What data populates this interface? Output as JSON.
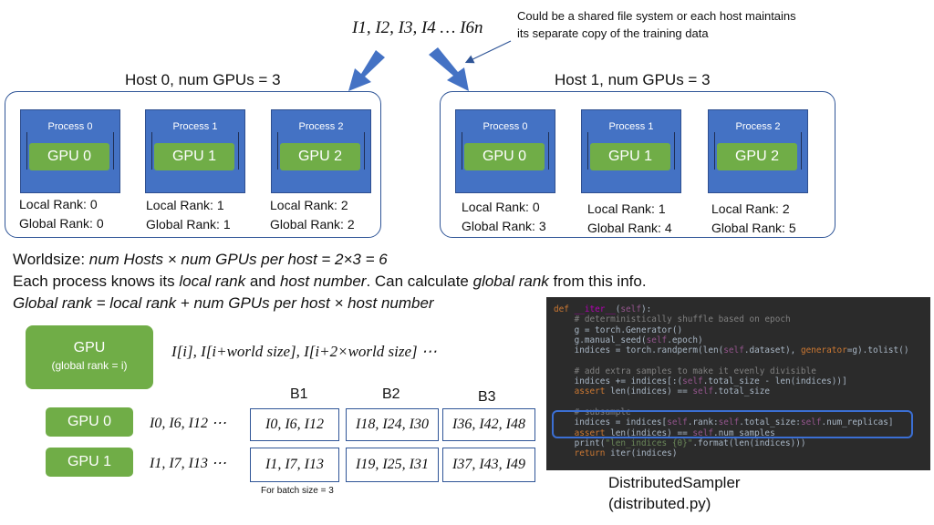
{
  "top": {
    "input_seq": "I1, I2, I3, I4 … I6n",
    "note_line1": "Could be a shared file system or each host maintains",
    "note_line2": "its separate copy of the training data"
  },
  "hosts": [
    {
      "title": "Host 0, num GPUs = 3",
      "processes": [
        {
          "label": "Process 0",
          "gpu": "GPU 0",
          "local": "Local Rank: 0",
          "global": "Global Rank: 0"
        },
        {
          "label": "Process 1",
          "gpu": "GPU 1",
          "local": "Local Rank: 1",
          "global": "Global Rank: 1"
        },
        {
          "label": "Process 2",
          "gpu": "GPU 2",
          "local": "Local Rank: 2",
          "global": "Global Rank: 2"
        }
      ]
    },
    {
      "title": "Host 1, num GPUs = 3",
      "processes": [
        {
          "label": "Process 0",
          "gpu": "GPU 0",
          "local": "Local Rank: 0",
          "global": "Global Rank: 3"
        },
        {
          "label": "Process 1",
          "gpu": "GPU 1",
          "local": "Local Rank: 1",
          "global": "Global Rank: 4"
        },
        {
          "label": "Process 2",
          "gpu": "GPU 2",
          "local": "Local Rank: 2",
          "global": "Global Rank: 5"
        }
      ]
    }
  ],
  "text": {
    "worldsize_prefix": "Worldsize: ",
    "worldsize_formula": "num Hosts × num GPUs per host = 2×3 = 6",
    "each_a": "Each process knows its ",
    "each_b": "local rank",
    "each_c": " and ",
    "each_d": "host number",
    "each_e": ". Can calculate ",
    "each_f": "global rank",
    "each_g": " from this info.",
    "global_formula": "Global rank = local rank + num GPUs per host × host number"
  },
  "gpu_box": {
    "label": "GPU",
    "sublabel": "(global rank = i)",
    "sequence": "I[i], I[i+world size], I[i+2×world size] ⋯"
  },
  "batches": {
    "headers": [
      "B1",
      "B2",
      "B3"
    ],
    "rows": [
      {
        "gpu": "GPU 0",
        "seq": "I0, I6, I12 ⋯",
        "cells": [
          "I0, I6, I12",
          "I18, I24, I30",
          "I36, I42, I48"
        ]
      },
      {
        "gpu": "GPU 1",
        "seq": "I1, I7, I13 ⋯",
        "cells": [
          "I1, I7, I13",
          "I19, I25, I31",
          "I37, I43, I49"
        ]
      }
    ],
    "footnote": "For batch size = 3"
  },
  "code": {
    "caption_line1": "DistributedSampler",
    "caption_line2": "(distributed.py)",
    "lines": [
      "def __iter__(self):",
      "    # deterministically shuffle based on epoch",
      "    g = torch.Generator()",
      "    g.manual_seed(self.epoch)",
      "    indices = torch.randperm(len(self.dataset), generator=g).tolist()",
      "",
      "    # add extra samples to make it evenly divisible",
      "    indices += indices[:(self.total_size - len(indices))]",
      "    assert len(indices) == self.total_size",
      "",
      "    # subsample",
      "    indices = indices[self.rank:self.total_size:self.num_replicas]",
      "    assert len(indices) == self.num_samples",
      "    print(\"len_indices {0}\".format(len(indices)))",
      "    return iter(indices)"
    ]
  },
  "colors": {
    "host_border": "#2f5597",
    "process_fill": "#4472c4",
    "gpu_fill": "#70ad47",
    "code_bg": "#2b2b2b",
    "highlight": "#3b6fd4"
  }
}
